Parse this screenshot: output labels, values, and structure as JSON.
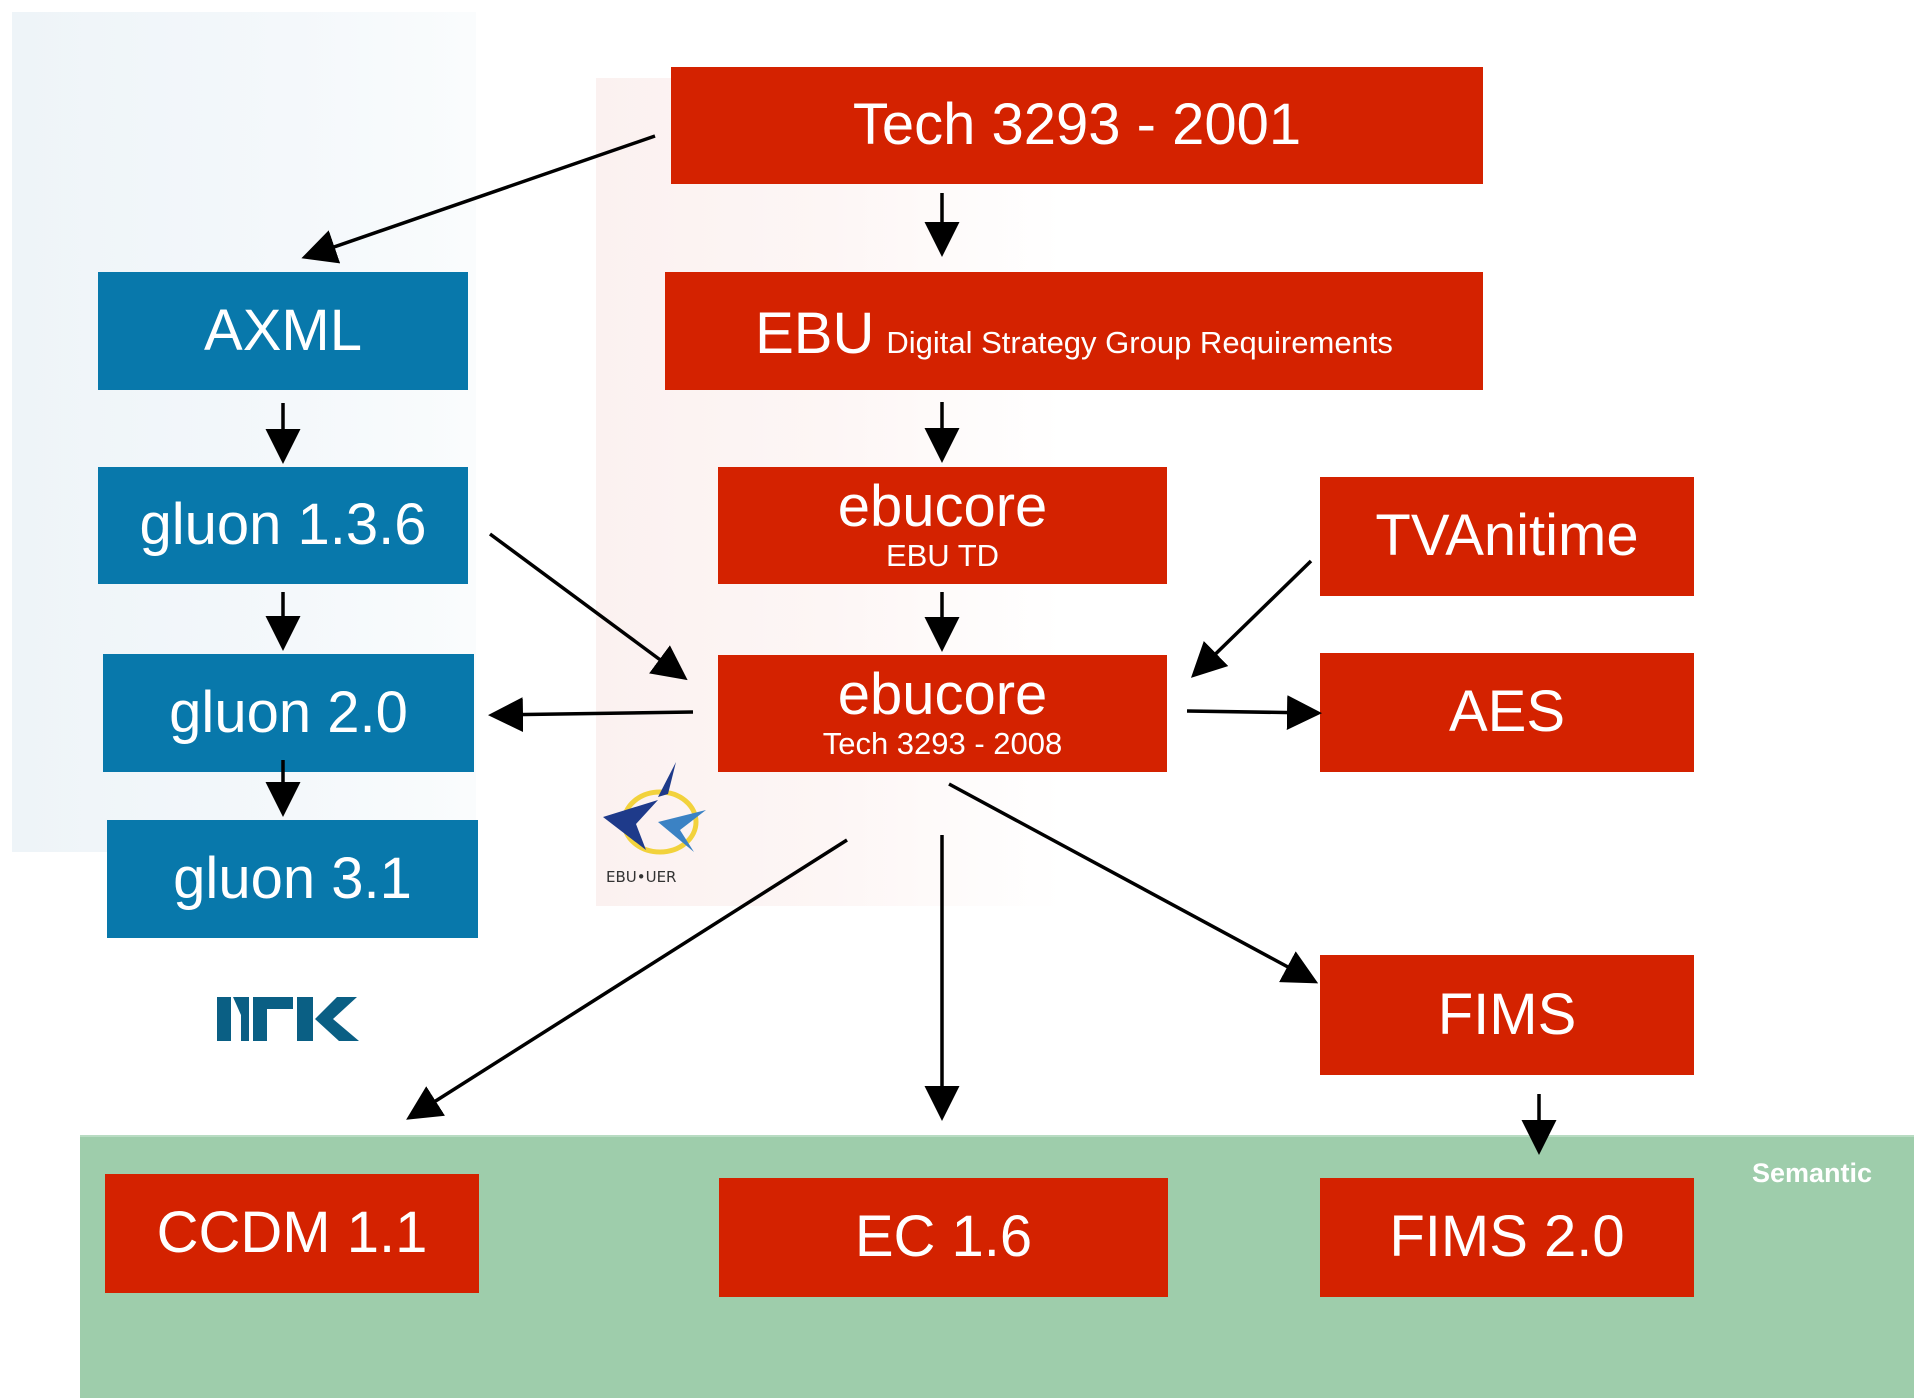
{
  "nodes": {
    "tech2001": {
      "label": "Tech 3293 - 2001"
    },
    "ebu_req": {
      "label": "EBU",
      "sublabel": "Digital Strategy Group Requirements"
    },
    "axml": {
      "label": "AXML"
    },
    "gluon136": {
      "label": "gluon 1.3.6"
    },
    "gluon20": {
      "label": "gluon 2.0"
    },
    "gluon31": {
      "label": "gluon 3.1"
    },
    "ebucore_td": {
      "label": "ebucore",
      "sublabel": "EBU TD"
    },
    "ebucore2008": {
      "label": "ebucore",
      "sublabel": "Tech 3293 - 2008"
    },
    "tvanytime": {
      "label": "TVAnitime"
    },
    "aes": {
      "label": "AES"
    },
    "fims": {
      "label": "FIMS"
    },
    "ccdm": {
      "label": "CCDM 1.1"
    },
    "ec16": {
      "label": "EC 1.6"
    },
    "fims20": {
      "label": "FIMS 2.0"
    }
  },
  "semantic_label": "Semantic",
  "logos": {
    "ebu": {
      "name": "ebu-uer-logo",
      "text": "EBU•UER"
    },
    "nrk": {
      "name": "nrk-logo",
      "text": "NRK"
    }
  },
  "colors": {
    "red": "#d42200",
    "blue": "#0878ab",
    "green_band": "#9ecdab",
    "arrow": "#000000"
  }
}
